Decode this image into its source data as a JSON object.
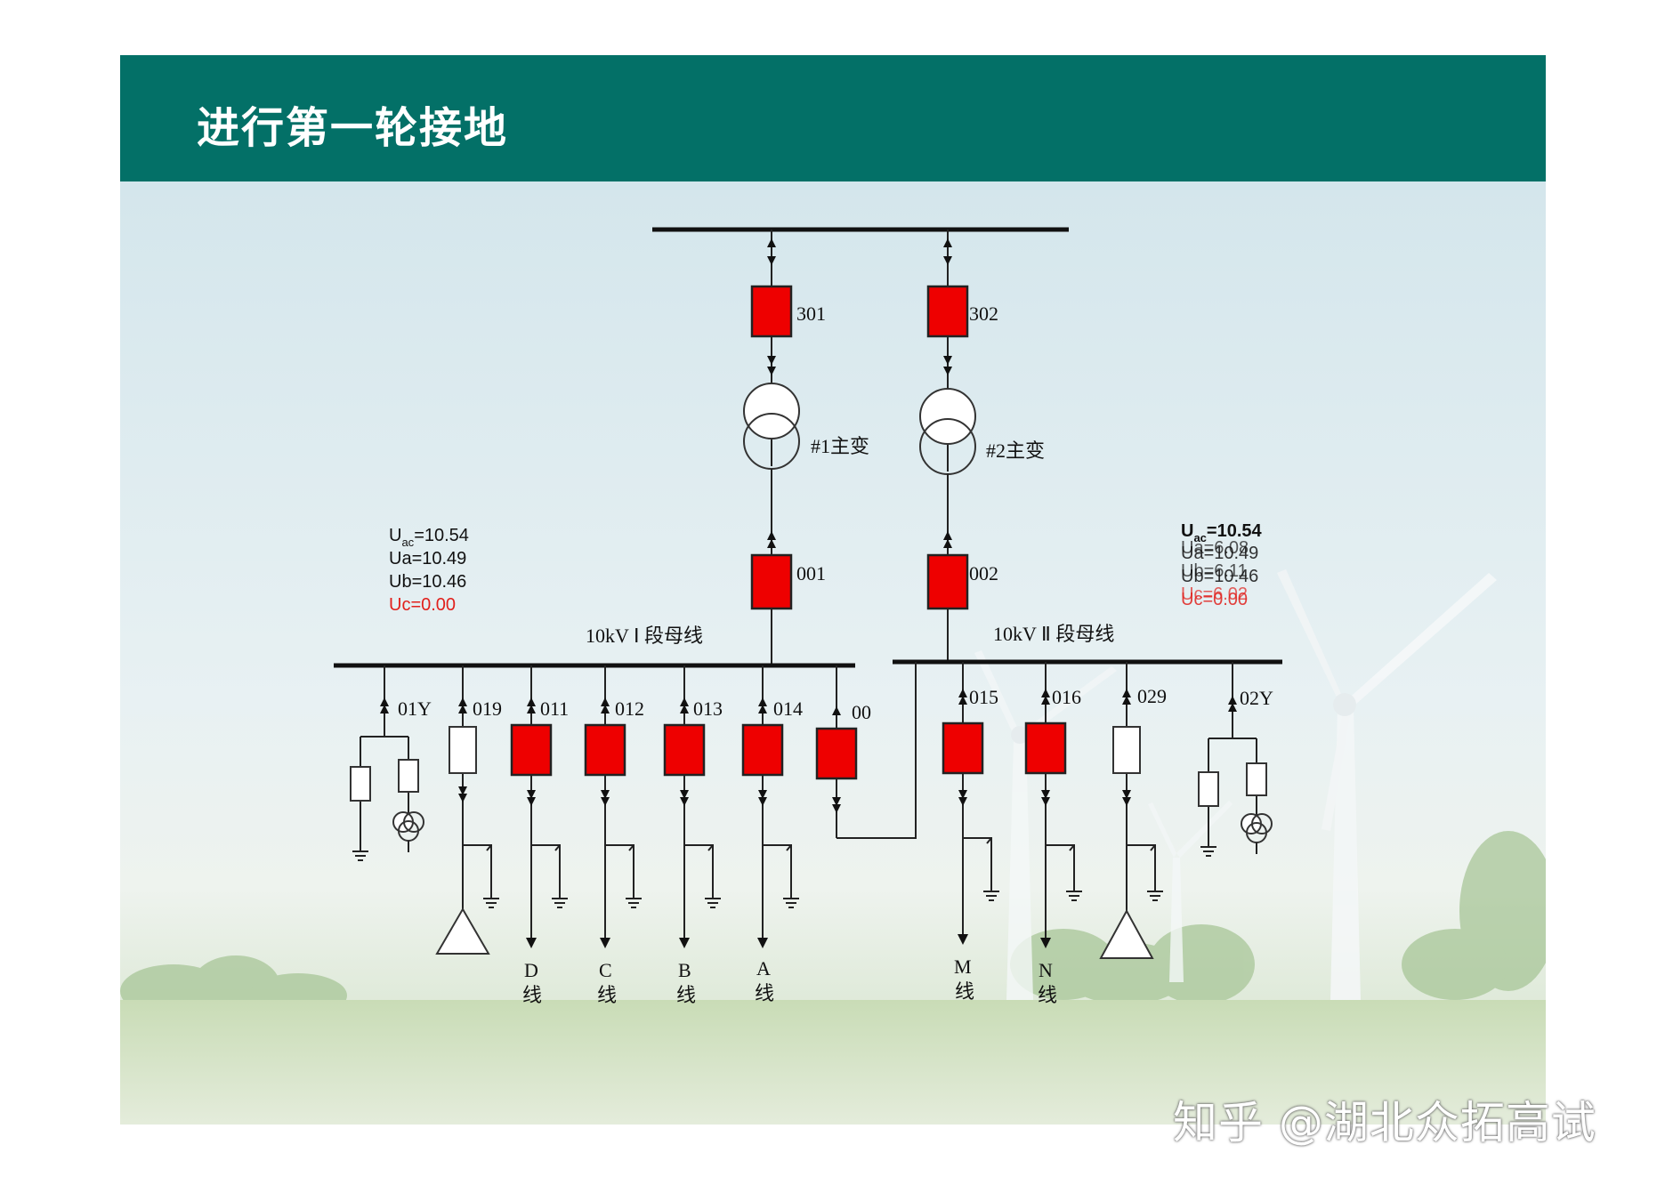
{
  "slide": {
    "title": "进行第一轮接地"
  },
  "watermark": "知乎 @湖北众拓高试",
  "colors": {
    "header": "#037067",
    "breaker_closed": "#ee0000",
    "alarm_text": "#e1201c"
  },
  "diagram": {
    "incoming": {
      "left_breaker": "301",
      "right_breaker": "302"
    },
    "transformers": {
      "t1": "#1主变",
      "t2": "#2主变"
    },
    "lv_breakers": {
      "left": "001",
      "right": "002"
    },
    "bus": {
      "bus1": "10kV Ⅰ 段母线",
      "bus2": "10kV Ⅱ 段母线"
    },
    "meter_left": {
      "uac": "=10.54",
      "ua": "Ua=10.49",
      "ub": "Ub=10.46",
      "uc": "Uc=0.00"
    },
    "meter_right": {
      "uac": "=10.54",
      "ua": "Ua=10.49",
      "ub": "Ub=10.46",
      "uc": "Uc=0.00",
      "ghost_ua": "Ua=6.08",
      "ghost_ub": "Ub=6.11",
      "ghost_uc": "Uc=6.02"
    },
    "feeders_bus1": {
      "pt": "01Y",
      "cap": "019",
      "f011": "011",
      "f012": "012",
      "f013": "013",
      "f014": "014",
      "tie": "00",
      "line_d": "D",
      "line_c": "C",
      "line_b": "B",
      "line_a": "A",
      "line_suffix": "线"
    },
    "feeders_bus2": {
      "f015": "015",
      "f016": "016",
      "cap": "029",
      "pt": "02Y",
      "line_m": "M",
      "line_n": "N",
      "line_suffix": "线"
    }
  }
}
